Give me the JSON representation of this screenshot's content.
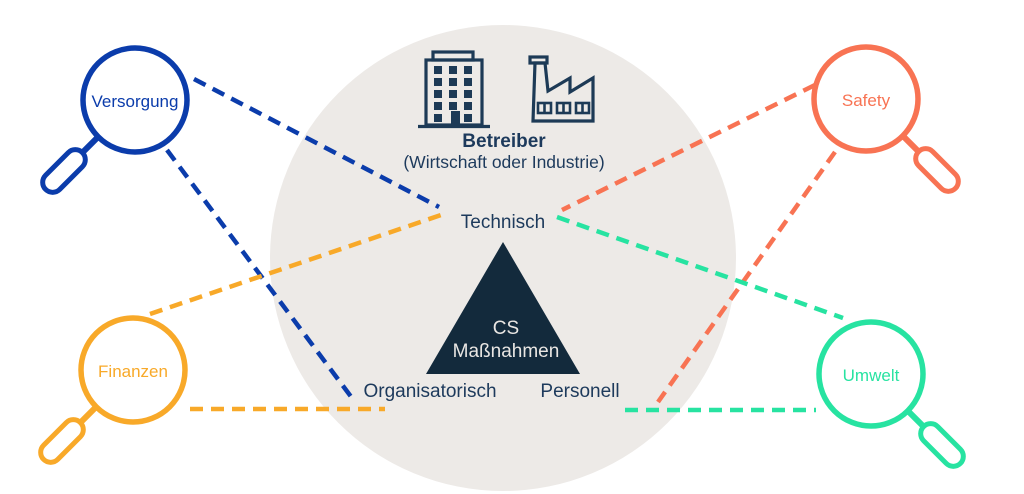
{
  "diagram": {
    "center": {
      "operator_title": "Betreiber",
      "operator_subtitle": "(Wirtschaft oder Industrie)",
      "triangle_label_line1": "CS",
      "triangle_label_line2": "Maßnahmen",
      "vertex_top": "Technisch",
      "vertex_bottom_left": "Organisatorisch",
      "vertex_bottom_right": "Personell"
    },
    "lenses": [
      {
        "label": "Versorgung",
        "position": "top-left",
        "color": "#0b3cab",
        "connects_to": [
          "Technisch",
          "Organisatorisch"
        ]
      },
      {
        "label": "Safety",
        "position": "top-right",
        "color": "#f87353",
        "connects_to": [
          "Technisch",
          "Personell"
        ]
      },
      {
        "label": "Finanzen",
        "position": "bottom-left",
        "color": "#f8a929",
        "connects_to": [
          "Technisch",
          "Organisatorisch"
        ]
      },
      {
        "label": "Umwelt",
        "position": "bottom-right",
        "color": "#27e3a1",
        "connects_to": [
          "Technisch",
          "Personell"
        ]
      }
    ],
    "icons": [
      "office-building-icon",
      "factory-icon",
      "magnifier-icon"
    ]
  },
  "colors": {
    "versorgung": "#0b3cab",
    "safety": "#f87353",
    "finanzen": "#f8a929",
    "umwelt": "#27e3a1",
    "navy_text": "#1d3a5c",
    "icon_navy": "#1d3a56",
    "triangle_fill": "#132a3c",
    "triangle_text": "#e9e6e3",
    "circle_background": "#edeae7",
    "page_background": "#ffffff"
  }
}
